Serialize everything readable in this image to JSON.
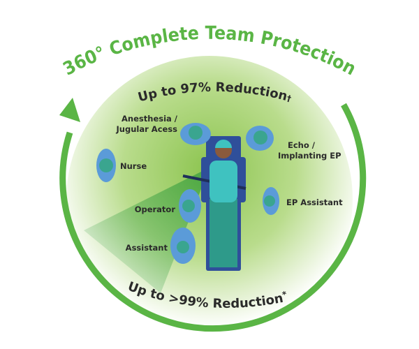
{
  "title": "360° Complete Team Protection",
  "top_reduction": "Up to 97% Reduction",
  "top_reduction_mark": "†",
  "bottom_reduction": "Up to >99% Reduction",
  "bottom_reduction_mark": "*",
  "roles": {
    "anesthesia_line1": "Anesthesia /",
    "anesthesia_line2": "Jugular Acess",
    "echo_line1": "Echo /",
    "echo_line2": "Implanting EP",
    "nurse": "Nurse",
    "ep_assistant": "EP Assistant",
    "operator": "Operator",
    "assistant": "Assistant"
  },
  "colors": {
    "accent": "#5ab545",
    "table": "#2f4f9a",
    "gown": "#5b9bd8",
    "cap": "#3aa58f"
  }
}
